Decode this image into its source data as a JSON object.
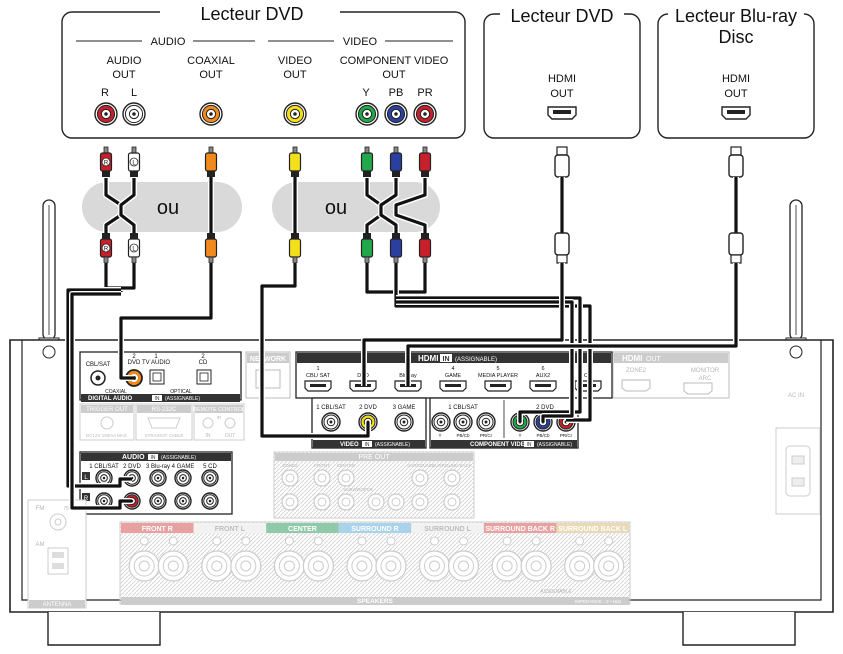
{
  "devices": {
    "dvd_main": {
      "title": "Lecteur DVD",
      "audio_group": "AUDIO",
      "video_group": "VIDEO",
      "audio_out": [
        "AUDIO",
        "OUT"
      ],
      "audio_r": "R",
      "audio_l": "L",
      "coaxial_out": [
        "COAXIAL",
        "OUT"
      ],
      "video_out": [
        "VIDEO",
        "OUT"
      ],
      "component_out": [
        "COMPONENT VIDEO",
        "OUT"
      ],
      "comp_y": "Y",
      "comp_pb": "PB",
      "comp_pr": "PR"
    },
    "dvd_hdmi": {
      "title": "Lecteur DVD",
      "hdmi_out": [
        "HDMI",
        "OUT"
      ]
    },
    "bluray": {
      "title": [
        "Lecteur Blu-ray",
        "Disc"
      ],
      "hdmi_out": [
        "HDMI",
        "OUT"
      ]
    }
  },
  "or_label": "ou",
  "plug_r": "R",
  "plug_l": "L",
  "receiver": {
    "network": "NETWORK",
    "hdmi_in": {
      "title": "HDMI",
      "badge": "IN",
      "assign": "(ASSIGNABLE)",
      "ports": [
        {
          "num": "1",
          "name": "CBL/ SAT"
        },
        {
          "num": "2",
          "name": "DVD"
        },
        {
          "num": "3",
          "name": "Blu-ray"
        },
        {
          "num": "4",
          "name": "GAME"
        },
        {
          "num": "5",
          "name": "MEDIA PLAYER"
        },
        {
          "num": "6",
          "name": "AUX2"
        },
        {
          "num": "7",
          "name": "CD"
        }
      ]
    },
    "hdmi_out": {
      "title": "HDMI",
      "badge": "OUT",
      "zone2": "ZONE2",
      "monitor": "MONITOR",
      "arc": "ARC"
    },
    "digital_audio": {
      "title": "DIGITAL AUDIO",
      "badge": "IN",
      "assign": "(ASSIGNABLE)",
      "cbl": "CBL/SAT",
      "dvd": "DVD",
      "tv": "TV AUDIO",
      "cd": "CD",
      "n1": "1",
      "n2": "2",
      "coaxial": "COAXIAL",
      "optical": "OPTICAL"
    },
    "trigger_out": "TRIGGER OUT",
    "trigger_spec": "DC12V 150mA MAX.",
    "rs232c": "RS-232C",
    "straight_cable": "STRAIGHT CABLE",
    "remote_control": "REMOTE CONTROL",
    "remote_in": "IN",
    "remote_out": "OUT",
    "remote_ir": "IR",
    "video_in": {
      "title": "VIDEO",
      "badge": "IN",
      "assign": "(ASSIGNABLE)",
      "ports": [
        "1 CBL/SAT",
        "2 DVD",
        "3 GAME"
      ]
    },
    "component_in": {
      "title": "COMPONENT VIDEO",
      "badge": "IN",
      "assign": "(ASSIGNABLE)",
      "port1": "1 CBL/SAT",
      "port2": "2 DVD",
      "y": "Y",
      "pb": "PB/Cb",
      "pr": "PR/Cr"
    },
    "audio_in": {
      "title": "AUDIO",
      "badge": "IN",
      "assign": "(ASSIGNABLE)",
      "ports": [
        "1 CBL/SAT",
        "2 DVD",
        "3 Blu-ray",
        "4 GAME",
        "5 CD"
      ],
      "l": "L",
      "r": "R"
    },
    "pre_out": {
      "title": "PRE OUT",
      "zone2": "ZONE2",
      "front": "FRONT",
      "center": "CENTER",
      "subwoofer": "SUBWOOFER",
      "surround": "SURROUND",
      "surround_back": "SURROUND BACK"
    },
    "antenna": {
      "title": "ANTENNA",
      "fm": "FM",
      "fm_ohm": "75Ω",
      "am": "AM"
    },
    "ac_in": "AC IN",
    "speakers": {
      "title": "SPEAKERS",
      "assignable": "ASSIGNABLE",
      "impedance": "IMPEDANCE : 4～16Ω",
      "groups": [
        {
          "label": "FRONT R",
          "color": "#e8a0a0"
        },
        {
          "label": "FRONT L",
          "color": "#ffffff"
        },
        {
          "label": "CENTER",
          "color": "#8fcaa8"
        },
        {
          "label": "SURROUND R",
          "color": "#a9d3ea"
        },
        {
          "label": "SURROUND L",
          "color": "#ffffff"
        },
        {
          "label": "SURROUND BACK R",
          "color": "#e8a0a0"
        },
        {
          "label": "SURROUND BACK L",
          "color": "#ead9b5"
        }
      ]
    }
  }
}
